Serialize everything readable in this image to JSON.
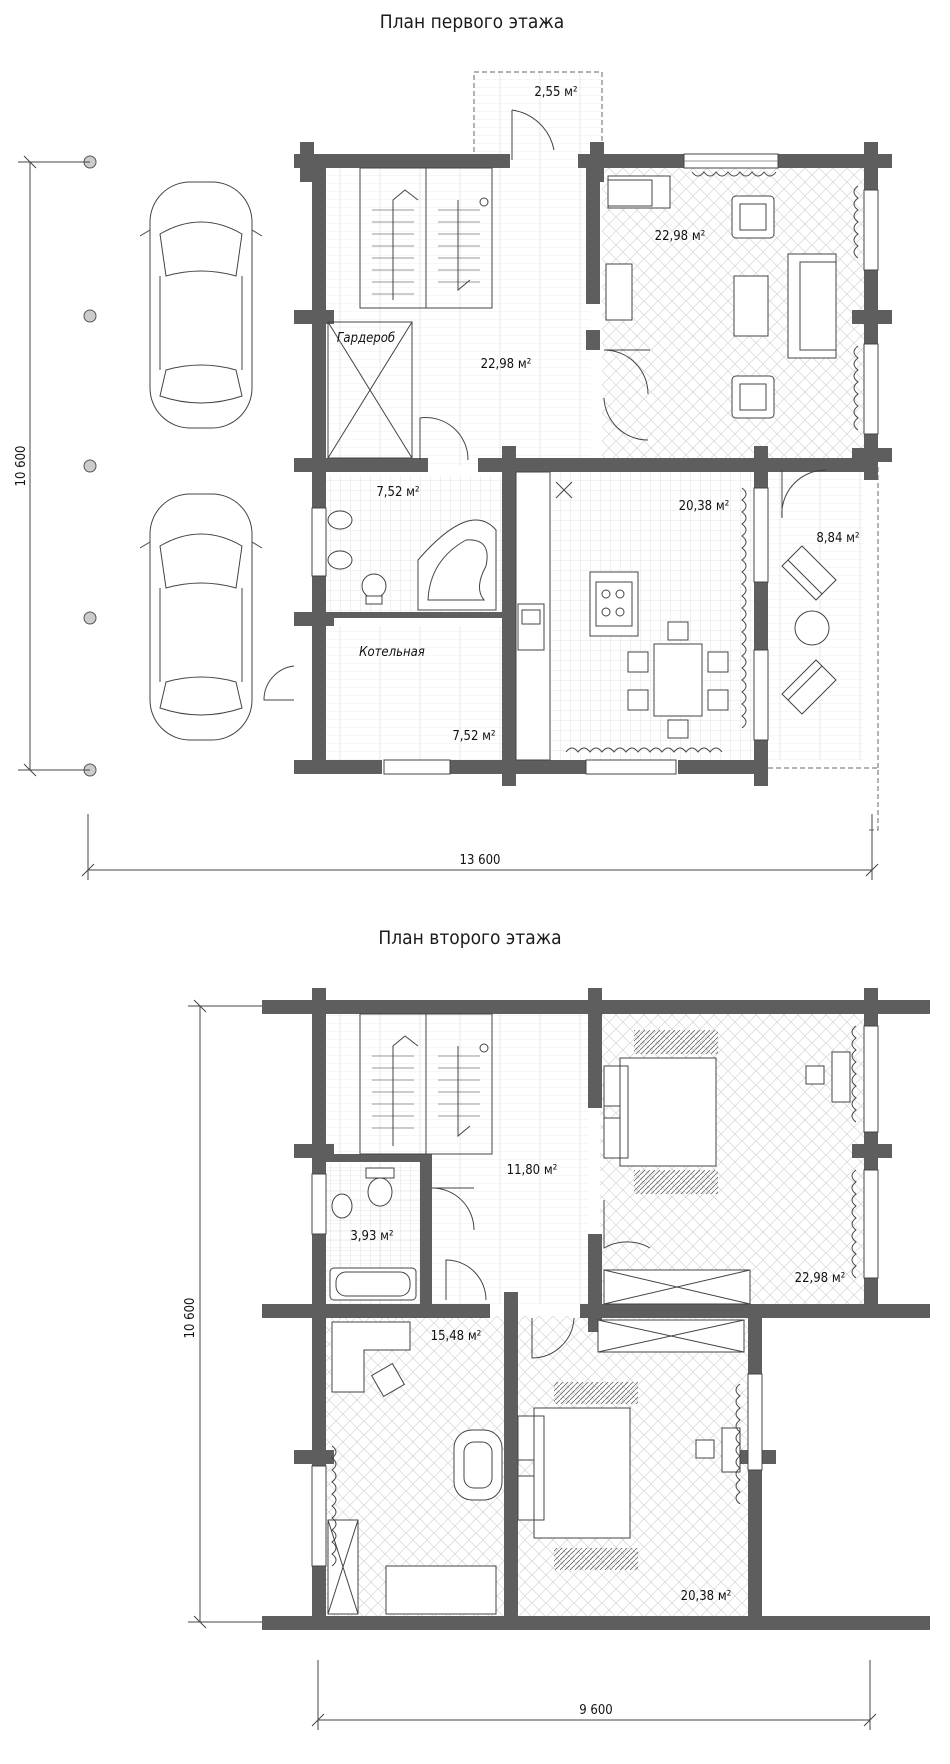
{
  "floor1": {
    "title": "План первого этажа",
    "rooms": [
      {
        "label": "",
        "area": "2,55 м²"
      },
      {
        "label": "",
        "area": "22,98 м²"
      },
      {
        "label": "Гардероб",
        "area": ""
      },
      {
        "label": "",
        "area": "22,98 м²"
      },
      {
        "label": "",
        "area": "7,52 м²"
      },
      {
        "label": "Котельная",
        "area": "7,52 м²"
      },
      {
        "label": "",
        "area": "20,38 м²"
      },
      {
        "label": "",
        "area": "8,84 м²"
      }
    ],
    "dim_width": "13 600",
    "dim_height": "10 600"
  },
  "floor2": {
    "title": "План второго этажа",
    "rooms": [
      {
        "label": "",
        "area": "11,80 м²"
      },
      {
        "label": "",
        "area": "3,93 м²"
      },
      {
        "label": "",
        "area": "22,98 м²"
      },
      {
        "label": "",
        "area": "15,48 м²"
      },
      {
        "label": "",
        "area": "20,38 м²"
      }
    ],
    "dim_width": "9 600",
    "dim_height": "10 600"
  },
  "colors": {
    "wall": "#5e5e5e",
    "line": "#444444",
    "background": "#ffffff"
  }
}
